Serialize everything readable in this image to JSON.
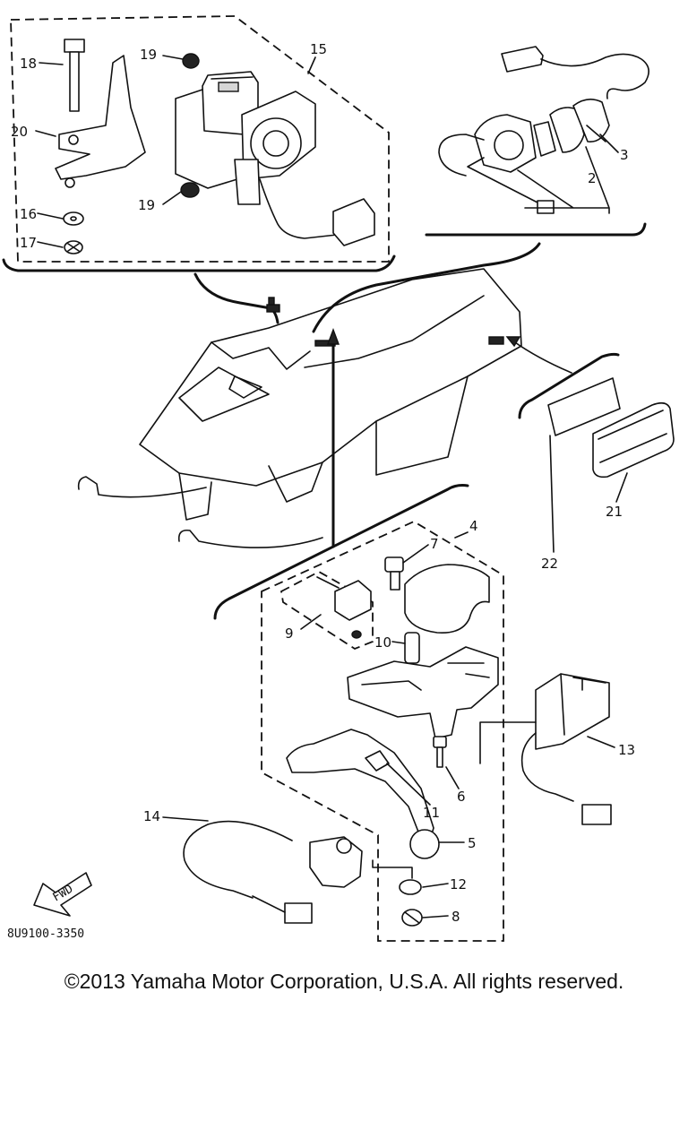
{
  "diagram": {
    "callouts": [
      {
        "id": "c1",
        "text": "18"
      },
      {
        "id": "c2",
        "text": "19"
      },
      {
        "id": "c3",
        "text": "15"
      },
      {
        "id": "c4",
        "text": "20"
      },
      {
        "id": "c5",
        "text": "19"
      },
      {
        "id": "c6",
        "text": "16"
      },
      {
        "id": "c7",
        "text": "17"
      },
      {
        "id": "c8",
        "text": "3"
      },
      {
        "id": "c9",
        "text": "2"
      },
      {
        "id": "c10",
        "text": "22"
      },
      {
        "id": "c11",
        "text": "21"
      },
      {
        "id": "c12",
        "text": "4"
      },
      {
        "id": "c13",
        "text": "7"
      },
      {
        "id": "c14",
        "text": "9"
      },
      {
        "id": "c15",
        "text": "10"
      },
      {
        "id": "c16",
        "text": "13"
      },
      {
        "id": "c17",
        "text": "6"
      },
      {
        "id": "c18",
        "text": "11"
      },
      {
        "id": "c19",
        "text": "14"
      },
      {
        "id": "c20",
        "text": "5"
      },
      {
        "id": "c21",
        "text": "12"
      },
      {
        "id": "c22",
        "text": "8"
      }
    ],
    "fwd_label": "FWD",
    "diagram_code": "8U9100-3350"
  },
  "footer": {
    "copyright": "©2013 Yamaha Motor Corporation, U.S.A. All rights reserved."
  }
}
